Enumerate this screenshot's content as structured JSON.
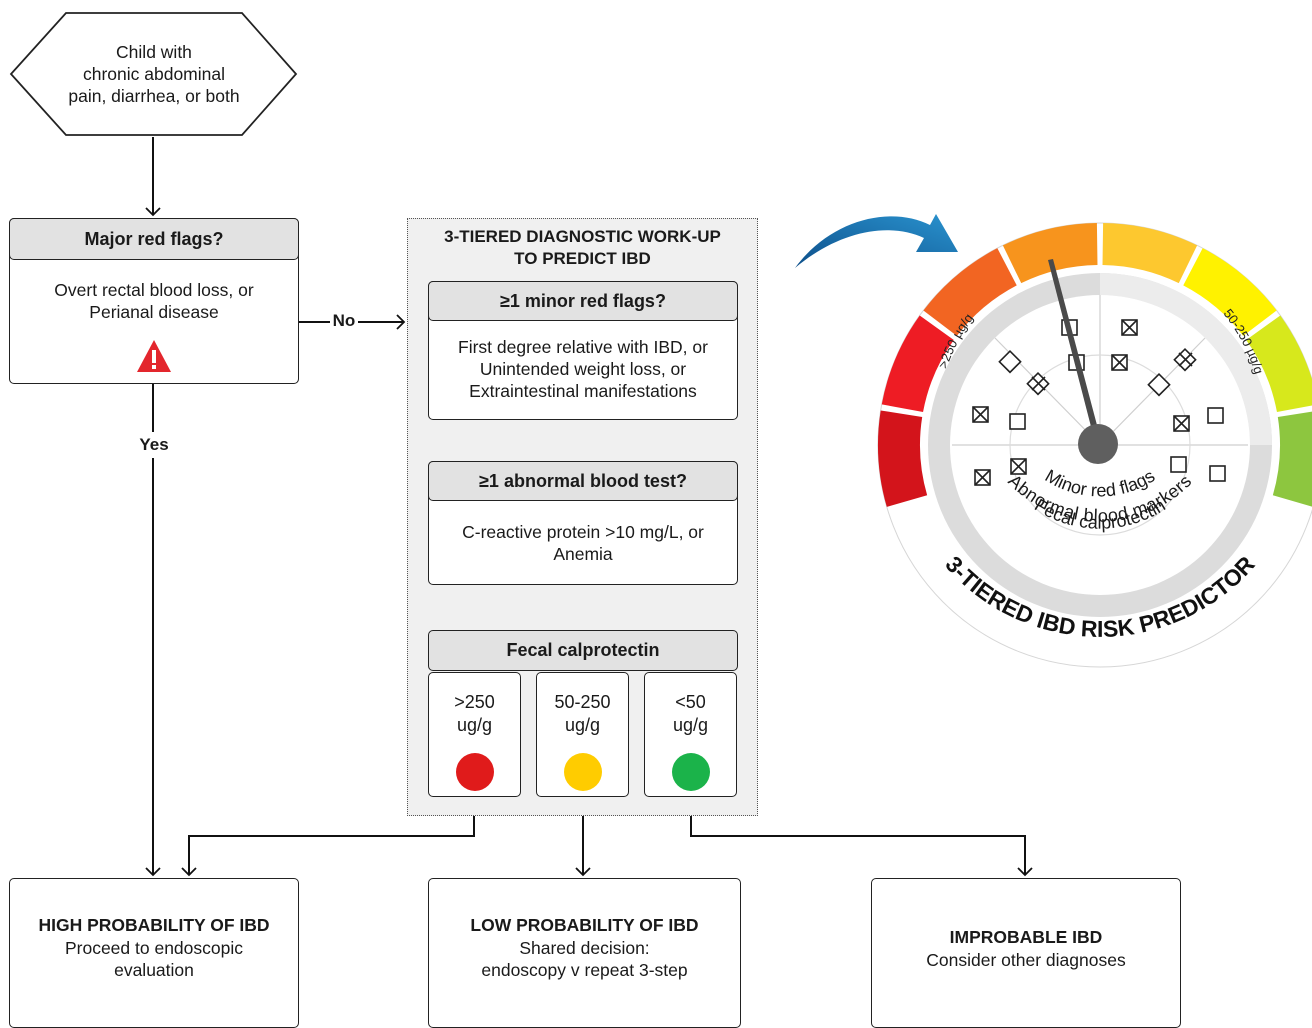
{
  "start": {
    "text": "Child with\nchronic abdominal\npain, diarrhea, or both"
  },
  "major": {
    "header": "Major red flags?",
    "body": "Overt rectal blood loss, or\nPerianal disease",
    "no_label": "No",
    "yes_label": "Yes",
    "warning_icon": "warning-triangle-icon",
    "warning_color": "#e3262d"
  },
  "workup": {
    "title": "3-TIERED DIAGNOSTIC WORK-UP\nTO PREDICT IBD",
    "tier1": {
      "header": "≥1 minor red flags?",
      "body": "First degree relative with IBD, or\nUnintended weight loss, or\nExtraintestinal manifestations"
    },
    "tier2": {
      "header": "≥1 abnormal blood test?",
      "body": "C-reactive protein >10 mg/L, or\nAnemia"
    },
    "tier3": {
      "header": "Fecal calprotectin",
      "levels": [
        {
          "label": ">250\nug/g",
          "color": "#e01b1b"
        },
        {
          "label": "50-250\nug/g",
          "color": "#ffcc00"
        },
        {
          "label": "<50\nug/g",
          "color": "#1bb34a"
        }
      ]
    }
  },
  "outcomes": {
    "high": {
      "title": "HIGH PROBABILITY OF IBD",
      "body": "Proceed to endoscopic\nevaluation"
    },
    "low": {
      "title": "LOW PROBABILITY OF IBD",
      "body": "Shared decision:\nendoscopy v repeat 3-step"
    },
    "improbable": {
      "title": "IMPROBABLE IBD",
      "body": "Consider other diagnoses"
    }
  },
  "gauge": {
    "title": "3-TIERED IBD RISK PREDICTOR",
    "ring_labels": [
      "Minor red flags",
      "Abnormal blood markers",
      "Fecal calprotectin"
    ],
    "left_range": ">250 µg/g",
    "right_range": "50-250 µg/g",
    "segment_colors": [
      "#d3141b",
      "#ee1c24",
      "#f26522",
      "#f7941d",
      "#fdc82f",
      "#fff200",
      "#d7e81c",
      "#8dc63f"
    ],
    "arrow_color": "#1f78b4"
  }
}
